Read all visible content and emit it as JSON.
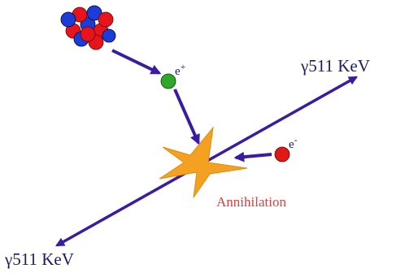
{
  "labels": {
    "gamma_top": "γ511 KeV",
    "gamma_bottom": "γ511 KeV",
    "positron": "e+",
    "electron": "e-",
    "annihilation": "Annihilation"
  },
  "colors": {
    "arrow": "#3a1ca0",
    "proton": "#e8141c",
    "neutron": "#1c3cd8",
    "positron": "#2ea82a",
    "electron": "#e01818",
    "flash": "#f4a020",
    "annihilation_text": "#d84040",
    "gamma_text": "#1c1c60"
  }
}
